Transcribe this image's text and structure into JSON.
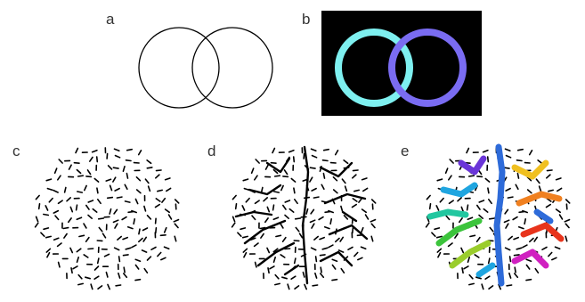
{
  "panels": [
    {
      "id": "a",
      "label": "a",
      "kind": "venn-outline"
    },
    {
      "id": "b",
      "label": "b",
      "kind": "venn-glow",
      "background": "#000000",
      "colors": [
        "#7ef0f0",
        "#7a6cf2"
      ]
    },
    {
      "id": "c",
      "label": "c",
      "kind": "random-short-segments"
    },
    {
      "id": "d",
      "label": "d",
      "kind": "segments-with-contours"
    },
    {
      "id": "e",
      "label": "e",
      "kind": "segments-with-colored-contour-groups",
      "colors": [
        "#2e6bd9",
        "#1fa5e0",
        "#22c7a0",
        "#3cc43c",
        "#9acd2c",
        "#f0c020",
        "#f08020",
        "#e8341c",
        "#d020c0",
        "#6a35d8"
      ]
    }
  ]
}
